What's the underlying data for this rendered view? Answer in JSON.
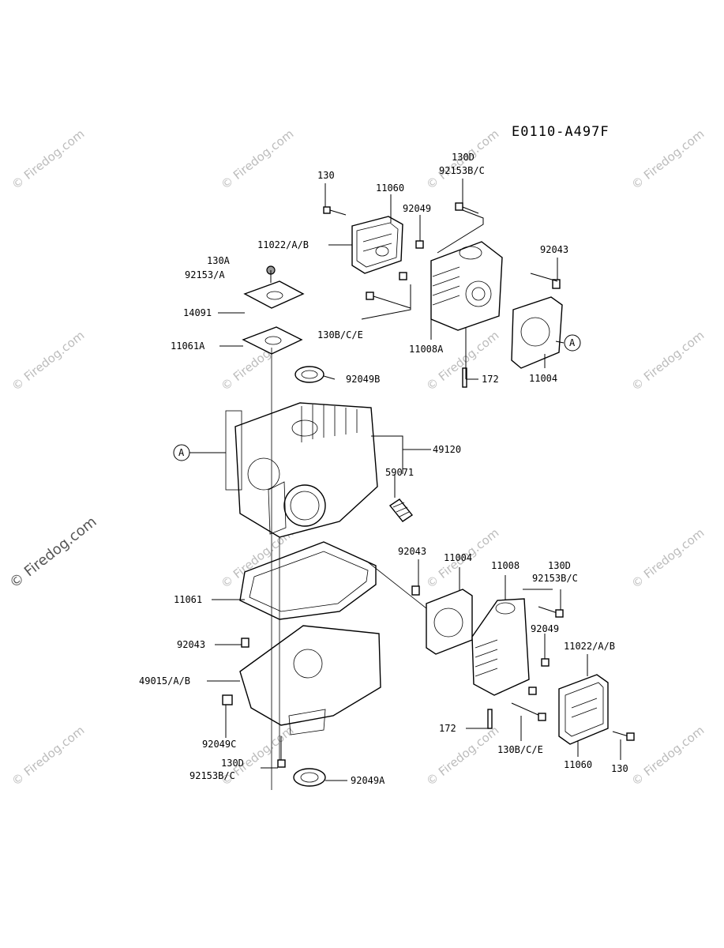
{
  "diagram_code": "E0110-A497F",
  "watermark": "© Firedog.com",
  "ref_marker": "A",
  "labels": {
    "l130_top": "130",
    "l11060_top": "11060",
    "l130D_top": "130D",
    "l92153BC_top": "92153B/C",
    "l92049_top": "92049",
    "l11022AB_top": "11022/A/B",
    "l130A": "130A",
    "l92153A": "92153/A",
    "l92043_top": "92043",
    "l14091": "14091",
    "l130BCE_top": "130B/C/E",
    "l11061A": "11061A",
    "l11008A": "11008A",
    "l92049B": "92049B",
    "l172_top": "172",
    "l11004_top": "11004",
    "l49120": "49120",
    "l59071": "59071",
    "l92043_mid": "92043",
    "l11004_mid": "11004",
    "l11008": "11008",
    "l130D_bot": "130D",
    "l92153BC_bot": "92153B/C",
    "l11061": "11061",
    "l92049_bot": "92049",
    "l92043_bot": "92043",
    "l11022AB_bot": "11022/A/B",
    "l49015AB": "49015/A/B",
    "l172_bot": "172",
    "l130BCE_bot": "130B/C/E",
    "l92049C": "92049C",
    "l11060_bot": "11060",
    "l130_bot": "130",
    "l130D_left": "130D",
    "l92153BC_left": "92153B/C",
    "l92049A": "92049A"
  }
}
